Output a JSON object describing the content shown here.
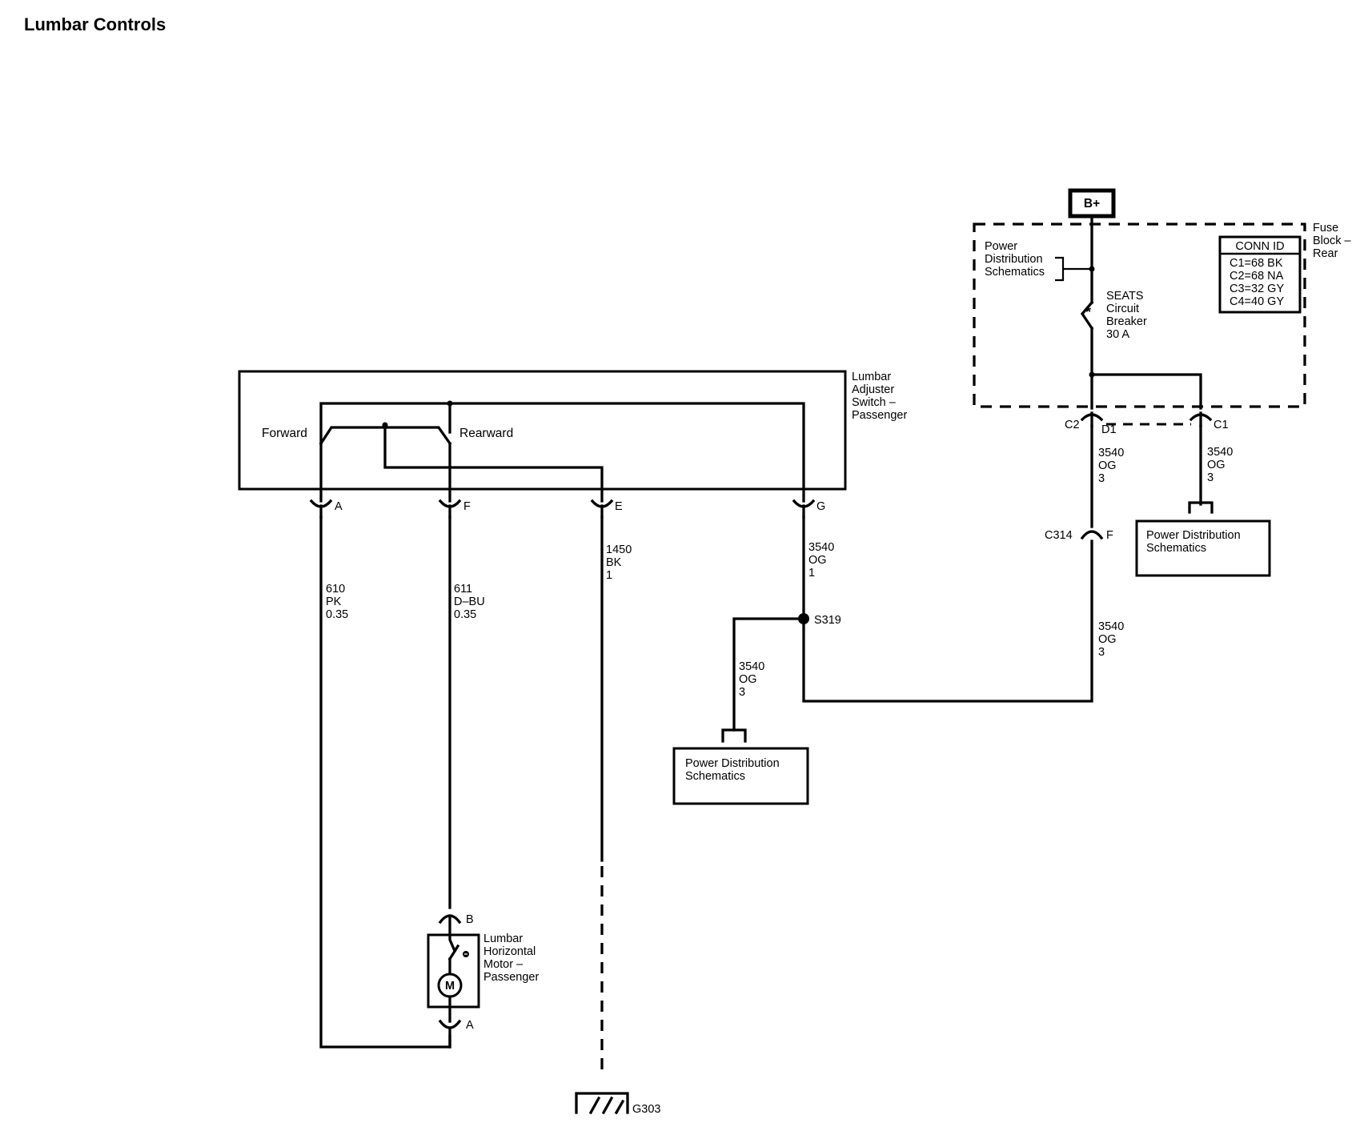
{
  "title": "Lumbar Controls",
  "battery": "B+",
  "fuse_block": {
    "name": [
      "Fuse",
      "Block –",
      "Rear"
    ],
    "power_dist_note": [
      "Power",
      "Distribution",
      "Schematics"
    ],
    "breaker": [
      "SEATS",
      "Circuit",
      "Breaker",
      "30 A"
    ],
    "conn_id": {
      "header": "CONN ID",
      "rows": [
        "C1=68 BK",
        "C2=68 NA",
        "C3=32 GY",
        "C4=40 GY"
      ]
    },
    "connectors": {
      "c2": "C2",
      "d1": "D1",
      "c1": "C1"
    }
  },
  "switch": {
    "name": [
      "Lumbar",
      "Adjuster",
      "Switch –",
      "Passenger"
    ],
    "forward": "Forward",
    "rearward": "Rearward",
    "pins": {
      "a": "A",
      "f": "F",
      "e": "E",
      "g": "G"
    }
  },
  "wires": {
    "w610": [
      "610",
      "PK",
      "0.35"
    ],
    "w611": [
      "611",
      "D–BU",
      "0.35"
    ],
    "w1450": [
      "1450",
      "BK",
      "1"
    ],
    "w3540_g": [
      "3540",
      "OG",
      "1"
    ],
    "w3540_s319": [
      "3540",
      "OG",
      "3"
    ],
    "w3540_c2": [
      "3540",
      "OG",
      "3"
    ],
    "w3540_c1": [
      "3540",
      "OG",
      "3"
    ],
    "w3540_c314": [
      "3540",
      "OG",
      "3"
    ]
  },
  "splice": "S319",
  "c314": {
    "name": "C314",
    "pin": "F"
  },
  "motor": {
    "name": [
      "Lumbar",
      "Horizontal",
      "Motor –",
      "Passenger"
    ],
    "symbol": "M",
    "pins": {
      "b": "B",
      "a": "A"
    }
  },
  "ground": "G303",
  "pds_box_left": [
    "Power Distribution",
    "Schematics"
  ],
  "pds_box_right": [
    "Power Distribution",
    "Schematics"
  ]
}
